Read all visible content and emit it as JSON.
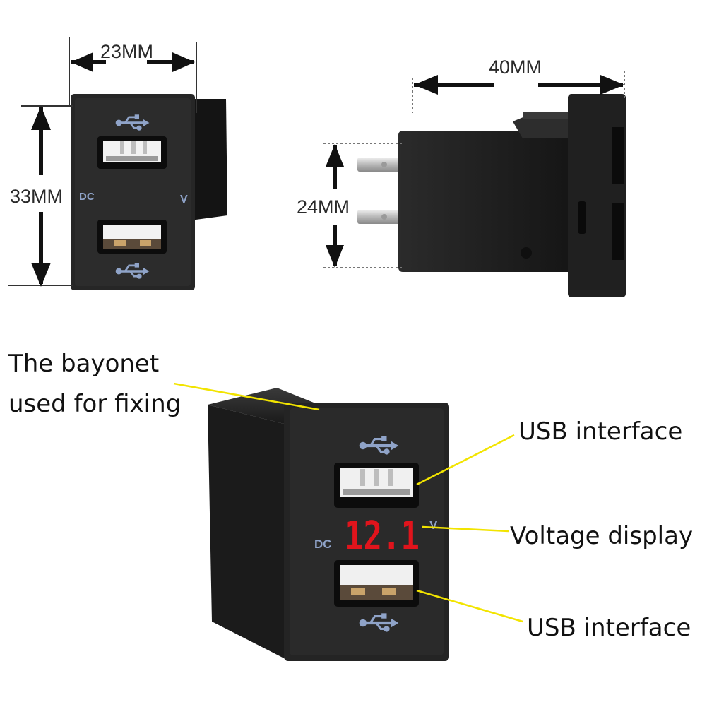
{
  "dimensions": {
    "width": "23MM",
    "height": "33MM",
    "depth": "40MM",
    "body_height": "24MM"
  },
  "face_labels": {
    "dc": "DC",
    "v": "V"
  },
  "voltage_reading": "12.1",
  "callouts": {
    "bayonet_line1": "The bayonet",
    "bayonet_line2": "used for fixing",
    "usb_top": "USB interface",
    "voltage": "Voltage display",
    "usb_bottom": "USB interface"
  },
  "colors": {
    "body": "#1e1e1e",
    "face": "#242424",
    "callout_line": "#f2e400",
    "lcd_red": "#e0141c",
    "usb_icon": "#8fa3c8"
  },
  "icons": [
    "usb-icon",
    "double-arrow-icon"
  ]
}
